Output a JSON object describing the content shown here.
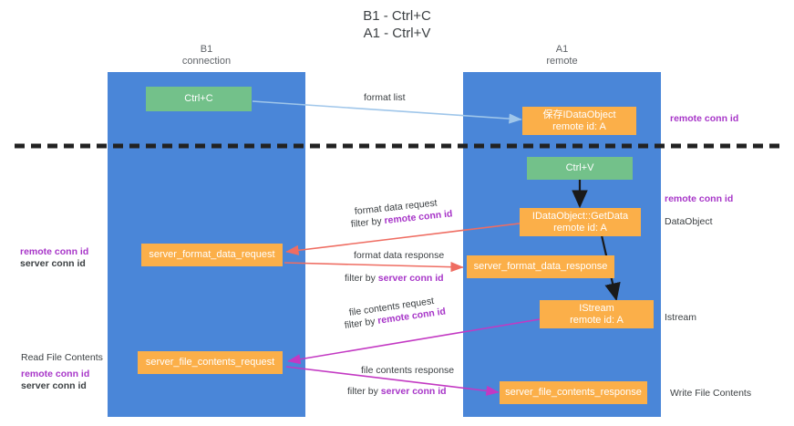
{
  "title": "B1 - Ctrl+C\nA1 - Ctrl+V",
  "lanes": [
    {
      "name": "lane-b1",
      "header": "B1\nconnection"
    },
    {
      "name": "lane-a1",
      "header": "A1\nremote"
    }
  ],
  "divider": {
    "name": "dashed-divider",
    "style": "dashed",
    "color": "#222222"
  },
  "nodes": {
    "ctrl_c": "Ctrl+C",
    "ctrl_v": "Ctrl+V",
    "idataobject": "保存IDataObject\nremote id: A",
    "idataobject_getdata": "IDataObject::GetData\nremote id: A",
    "istream": "IStream\nremote id: A",
    "server_format_data_request": "server_format_data_request",
    "server_format_data_response": "server_format_data_response",
    "server_file_contents_request": "server_file_contents_request",
    "server_file_contents_response": "server_file_contents_response"
  },
  "edge_labels": {
    "format_list": "format list",
    "format_data_request": "format data request",
    "format_data_request_filter_prefix": "filter by ",
    "format_data_request_filter_key": "remote conn id",
    "format_data_response": "format data response",
    "format_data_response_filter_prefix": "filter by ",
    "format_data_response_filter_key": "server conn id",
    "file_contents_request": "file contents request",
    "file_contents_request_filter_prefix": "filter by ",
    "file_contents_request_filter_key": "remote conn id",
    "file_contents_response": "file contents response",
    "file_contents_response_filter_prefix": "filter by ",
    "file_contents_response_filter_key": "server conn id"
  },
  "right_notes": {
    "remote_conn_id_top": "remote conn id",
    "remote_conn_id_mid": "remote conn id",
    "dataobject": "DataObject",
    "istream": "Istream",
    "write_file_contents": "Write File Contents"
  },
  "left_notes": {
    "remote_conn_id": "remote conn id",
    "server_conn_id": "server conn id",
    "read_file_contents": "Read File Contents",
    "remote_conn_id_2": "remote conn id",
    "server_conn_id_2": "server conn id"
  },
  "colors": {
    "lane": "#4a86d8",
    "green_node": "#73c18a",
    "orange_node": "#fbaf49",
    "arrow_blue": "#9fc6ea",
    "arrow_red": "#ef6d62",
    "arrow_magenta": "#c339c3",
    "arrow_black": "#1a1a1a",
    "accent_purple": "#a735c8",
    "accent_green": "#5aa469"
  }
}
